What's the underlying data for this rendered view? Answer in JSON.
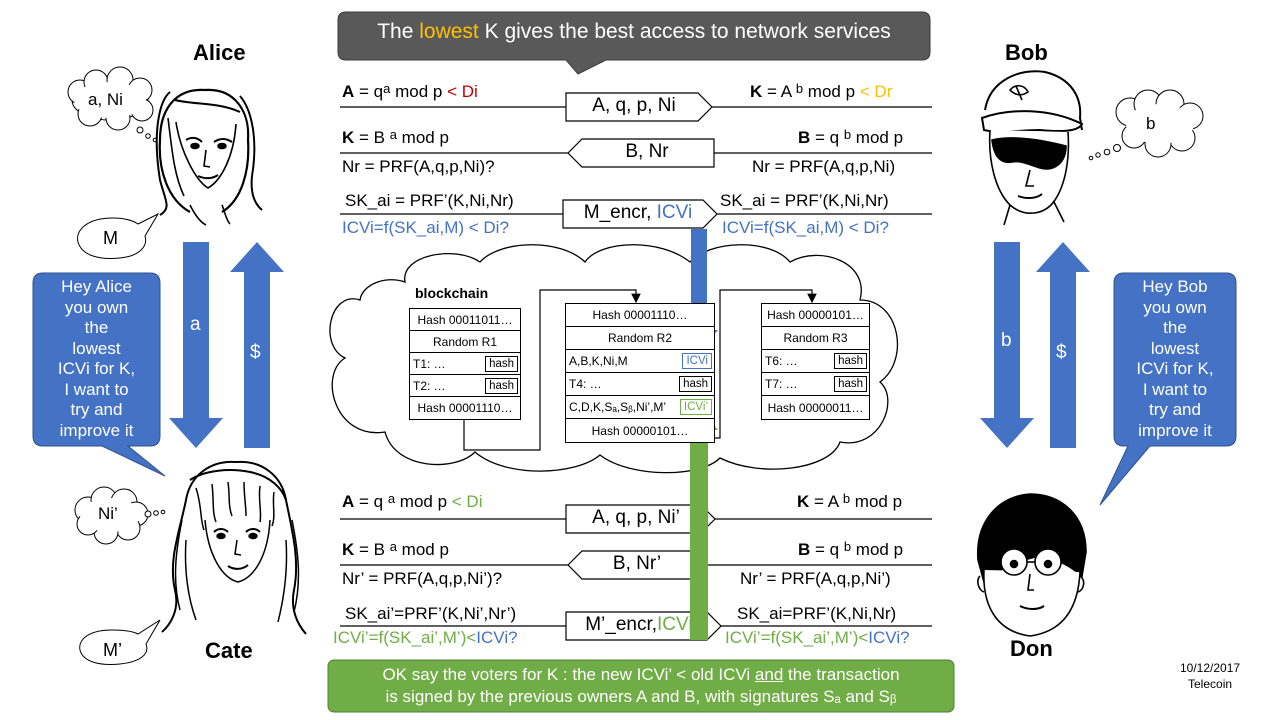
{
  "title": {
    "before": "The ",
    "highlight": "lowest",
    "after": " K gives the best access to network services"
  },
  "names": {
    "alice": "Alice",
    "bob": "Bob",
    "cate": "Cate",
    "don": "Don"
  },
  "thoughts": {
    "alice": "a, Ni",
    "bob": "b",
    "cate": "Ni’",
    "alice_msg": "M",
    "cate_msg": "M’"
  },
  "arrows": {
    "alice_down": "a",
    "alice_up": "$",
    "bob_down": "b",
    "bob_up": "$"
  },
  "speech": {
    "alice": [
      "Hey Alice",
      "you own",
      "the",
      "lowest",
      "ICVi for K,",
      "I want to",
      "try and",
      "improve it"
    ],
    "bob": [
      "Hey Bob",
      "you own",
      "the",
      "lowest",
      "ICVi for K,",
      "I want to",
      "try and",
      "improve it"
    ]
  },
  "top_exchange": {
    "r1_left_bold": "A",
    "r1_left": " = q",
    "r1_left_sup": "a",
    "r1_left_rest": " mod  p ",
    "r1_left_cond": "< Di",
    "r1_box": "A, q, p, Ni",
    "r1_right_bold": "K",
    "r1_right": " = A ",
    "r1_right_sup": "b",
    "r1_right_rest": " mod  p ",
    "r1_right_cond": "< Dr",
    "r2_left_bold": "K",
    "r2_left": " = B ",
    "r2_left_sup": "a",
    "r2_left_rest": " mod  p",
    "r2_box": "B, Nr",
    "r2_right_bold": "B",
    "r2_right": " = q ",
    "r2_right_sup": "b",
    "r2_right_rest": " mod  p",
    "r3_left": "Nr = PRF(A,q,p,Ni)?",
    "r3_right": "Nr = PRF(A,q,p,Ni)",
    "r4_left": "SK_ai = PRF’(K,Ni,Nr)",
    "r4_right": "SK_ai = PRF’(K,Ni,Nr)",
    "r4_box_a": "M_encr, ",
    "r4_box_b": "ICVi",
    "r5_left": "ICVi=f(SK_ai,M)  < Di?",
    "r5_right": "ICVi=f(SK_ai,M)  < Di?"
  },
  "blockchain": {
    "label": "blockchain",
    "b1": {
      "hash_top": "Hash 00011011…",
      "random": "Random R1",
      "t1": "T1: …",
      "t1_h": "hash",
      "t2": "T2: …",
      "t2_h": "hash",
      "hash_bottom": "Hash 00001110…"
    },
    "b2": {
      "hash_top": "Hash 00001110…",
      "random": "Random R2",
      "t1": "A,B,K,Ni,M",
      "t1_h": "ICVi",
      "t4": "T4: …",
      "t4_h": "hash",
      "t5": "C,D,K,Sₐ,Sᵦ,Ni’,M’",
      "t5_h": "ICVi’",
      "hash_bottom": "Hash 00000101…"
    },
    "b3": {
      "hash_top": "Hash 00000101…",
      "random": "Random R3",
      "t6": "T6: …",
      "t6_h": "hash",
      "t7": "T7: …",
      "t7_h": "hash",
      "hash_bottom": "Hash 00000011…"
    }
  },
  "bottom_exchange": {
    "r1_left_bold": "A",
    "r1_left": " = q ",
    "r1_left_sup": "a",
    "r1_left_rest": " mod  p ",
    "r1_left_cond": "< Di",
    "r1_box": "A, q, p, Ni’",
    "r1_right_bold": "K",
    "r1_right": " = A ",
    "r1_right_sup": "b",
    "r1_right_rest": " mod  p",
    "r2_left_bold": "K",
    "r2_left": " = B ",
    "r2_left_sup": "a",
    "r2_left_rest": " mod  p",
    "r2_box": "B, Nr’",
    "r2_right_bold": "B",
    "r2_right": " = q ",
    "r2_right_sup": "b",
    "r2_right_rest": " mod  p",
    "r3_left": "Nr’ = PRF(A,q,p,Ni’)?",
    "r3_right": "Nr’ = PRF(A,q,p,Ni’)",
    "r4_left": "SK_ai’=PRF’(K,Ni’,Nr’)",
    "r4_right": "SK_ai=PRF’(K,Ni,Nr)",
    "r4_box_a": "M’_encr,",
    "r4_box_b": "ICVi’",
    "r5_left_a": "ICVi’=f(SK_ai’,M’)<",
    "r5_left_b": "ICVi?",
    "r5_right_a": "ICVi’=f(SK_ai’,M’)<",
    "r5_right_b": "ICVi?"
  },
  "footer": {
    "line1": "OK say the voters for K : the new ICVi’ < old ICVi ",
    "line1_u": "and",
    "line1_end": " the transaction",
    "line2": "is signed by the previous  owners A and B, with signatures Sₐ and Sᵦ"
  },
  "stamp": {
    "date": "10/12/2017",
    "org": "Telecoin"
  },
  "colors": {
    "title_bg": "#595959",
    "accent_blue": "#4472c4",
    "accent_green": "#70ad47",
    "highlight": "#ffc000",
    "red": "#c00000"
  }
}
